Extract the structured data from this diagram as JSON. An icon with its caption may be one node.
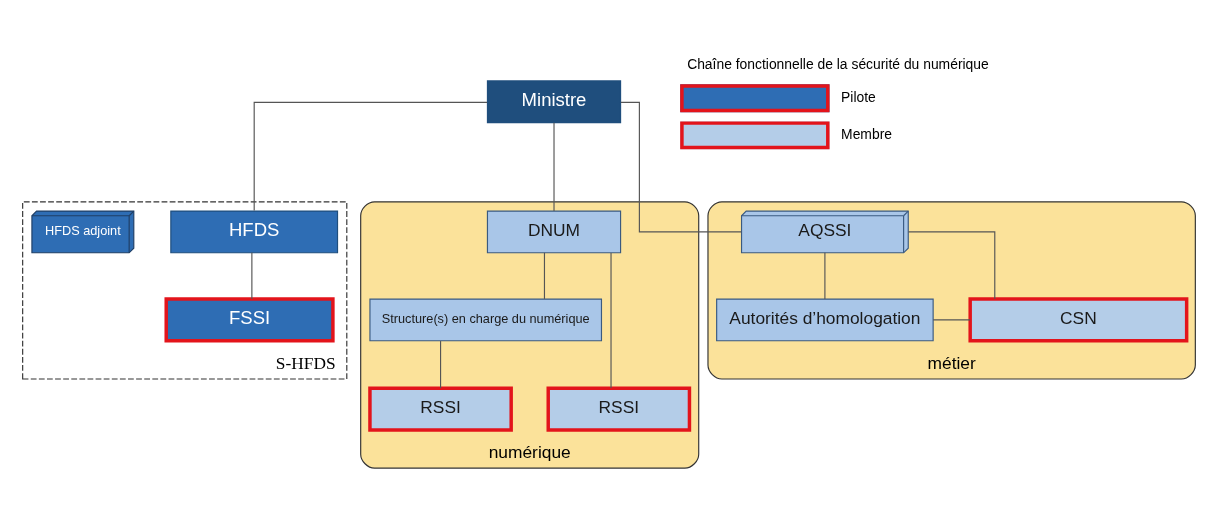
{
  "diagram": {
    "nodes": [
      {
        "text": [
          "Ministre"
        ]
      },
      {
        "text": [
          "S-HFDS"
        ]
      },
      {
        "text": [
          "HFDS"
        ],
        "in": 1
      },
      {
        "text": [
          "HFDS adjoint"
        ],
        "in": 1
      },
      {
        "text": [
          "FSSI"
        ],
        "in": 1
      },
      {
        "text": [
          "numérique"
        ]
      },
      {
        "text": [
          "DNUM"
        ],
        "in": 5
      },
      {
        "text": [
          "Structure(s) en charge du numérique"
        ],
        "in": 5
      },
      {
        "text": [
          "RSSI"
        ],
        "in": 5
      },
      {
        "text": [
          "RSSI"
        ],
        "in": 5
      },
      {
        "text": [
          "métier"
        ]
      },
      {
        "text": [
          "AQSSI"
        ],
        "in": 10
      },
      {
        "text": [
          "Autorités d’homologation"
        ],
        "in": 10
      },
      {
        "text": [
          "CSN"
        ],
        "in": 10
      }
    ],
    "edges": [
      {
        "from": 0,
        "to": 2,
        "arrow": "none"
      },
      {
        "from": 2,
        "to": 4,
        "arrow": "none"
      },
      {
        "from": 0,
        "to": 6,
        "arrow": "none"
      },
      {
        "from": 0,
        "to": 11,
        "arrow": "none"
      },
      {
        "from": 6,
        "to": 8,
        "arrow": "none"
      },
      {
        "from": 6,
        "to": 7,
        "arrow": "none"
      },
      {
        "from": 7,
        "to": 9,
        "arrow": "none"
      },
      {
        "from": 11,
        "to": 12,
        "arrow": "none"
      },
      {
        "from": 11,
        "to": 13,
        "arrow": "none"
      },
      {
        "from": 12,
        "to": 13,
        "arrow": "none"
      }
    ],
    "labels": [
      "Chaîne fonctionnelle de la sécurité du numérique"
    ],
    "legend": [
      {
        "text": "Pilote",
        "color": "#2e6db4"
      },
      {
        "text": "Membre",
        "color": "#b4cde8"
      }
    ]
  }
}
